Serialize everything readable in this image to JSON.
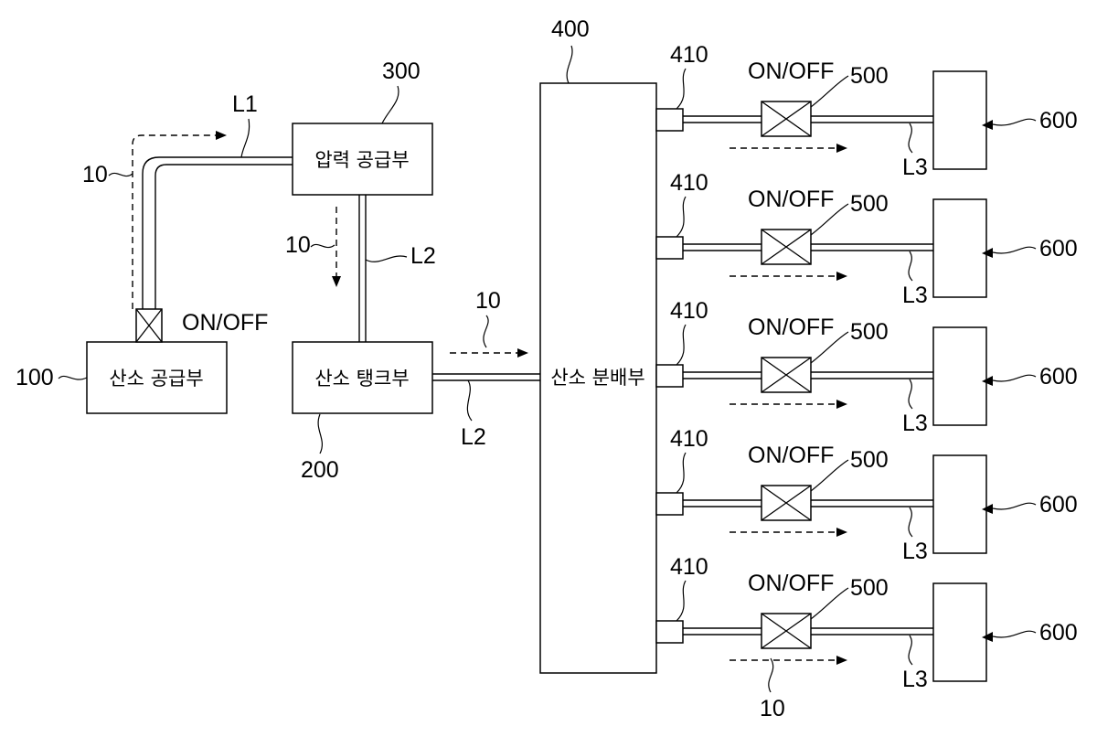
{
  "components": {
    "oxygen_supply": {
      "ref": "100",
      "label": "산소 공급부"
    },
    "oxygen_tank": {
      "ref": "200",
      "label": "산소 탱크부"
    },
    "pressure_supply": {
      "ref": "300",
      "label": "압력 공급부"
    },
    "oxygen_distributor": {
      "ref": "400",
      "label": "산소 분배부"
    }
  },
  "lines": {
    "l1": "L1",
    "l2": "L2",
    "l3": "L3"
  },
  "flow_ref": "10",
  "valve_label": "ON/OFF",
  "branches": [
    {
      "port_ref": "410",
      "valve_label": "ON/OFF",
      "valve_ref": "500",
      "line_ref": "L3",
      "outlet_ref": "600"
    },
    {
      "port_ref": "410",
      "valve_label": "ON/OFF",
      "valve_ref": "500",
      "line_ref": "L3",
      "outlet_ref": "600"
    },
    {
      "port_ref": "410",
      "valve_label": "ON/OFF",
      "valve_ref": "500",
      "line_ref": "L3",
      "outlet_ref": "600"
    },
    {
      "port_ref": "410",
      "valve_label": "ON/OFF",
      "valve_ref": "500",
      "line_ref": "L3",
      "outlet_ref": "600"
    },
    {
      "port_ref": "410",
      "valve_label": "ON/OFF",
      "valve_ref": "500",
      "line_ref": "L3",
      "outlet_ref": "600"
    }
  ]
}
